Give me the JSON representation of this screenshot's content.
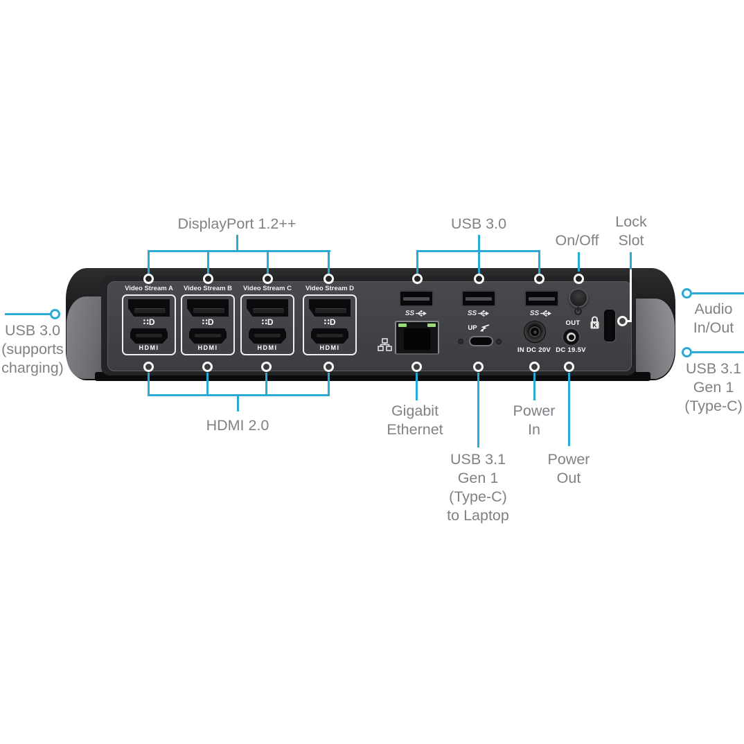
{
  "title": "Docking station rear ports diagram",
  "colors": {
    "callout": "#2BA9D5",
    "label_text": "#7E8185"
  },
  "callouts": {
    "displayport": {
      "label": "DisplayPort 1.2++"
    },
    "usb30_top": {
      "label": "USB 3.0"
    },
    "onoff": {
      "label": "On/Off"
    },
    "lock_slot": {
      "lines": [
        "Lock",
        "Slot"
      ]
    },
    "usb30_left": {
      "lines": [
        "USB 3.0",
        "(supports",
        "charging)"
      ]
    },
    "audio": {
      "lines": [
        "Audio",
        "In/Out"
      ]
    },
    "usb31_typec": {
      "lines": [
        "USB 3.1",
        "Gen 1",
        "(Type-C)"
      ]
    },
    "hdmi": {
      "label": "HDMI 2.0"
    },
    "gigabit": {
      "lines": [
        "Gigabit",
        "Ethernet"
      ]
    },
    "usb31_laptop": {
      "lines": [
        "USB 3.1",
        "Gen 1",
        "(Type-C)",
        "to Laptop"
      ]
    },
    "power_in": {
      "lines": [
        "Power",
        "In"
      ]
    },
    "power_out": {
      "lines": [
        "Power",
        "Out"
      ]
    }
  },
  "dock": {
    "video_streams": [
      {
        "label": "Video Stream A",
        "hdmi_label": "HDMI"
      },
      {
        "label": "Video Stream B",
        "hdmi_label": "HDMI"
      },
      {
        "label": "Video Stream C",
        "hdmi_label": "HDMI"
      },
      {
        "label": "Video Stream D",
        "hdmi_label": "HDMI"
      }
    ],
    "dp_logo": "∷D",
    "ss_label": "SS",
    "usbc": {
      "label": "UP"
    },
    "power_in_jack": {
      "label": "IN DC 20V"
    },
    "power_out_jack": {
      "label_top": "OUT",
      "label_bottom": "DC 19.5V"
    },
    "lock_k": "K"
  }
}
